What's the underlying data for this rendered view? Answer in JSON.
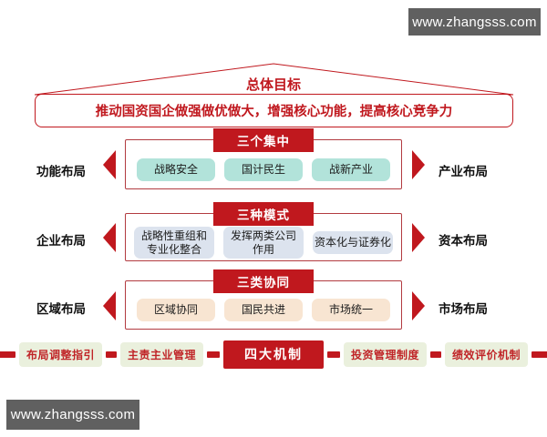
{
  "watermarks": {
    "top": "www.zhangsss.com",
    "bottom": "www.zhangsss.com"
  },
  "roof": {
    "title": "总体目标"
  },
  "banner": {
    "text": "推动国资国企做强做优做大，增强核心功能，提高核心竞争力"
  },
  "rows": [
    {
      "header": "三个集中",
      "left_label": "功能布局",
      "right_label": "产业布局",
      "items": [
        "战略安全",
        "国计民生",
        "战新产业"
      ],
      "item_bg": "#b2e3da"
    },
    {
      "header": "三种模式",
      "left_label": "企业布局",
      "right_label": "资本布局",
      "items": [
        "战略性重组和\n专业化整合",
        "发挥两类公司\n作用",
        "资本化与证券化"
      ],
      "item_bg": "#dce3ee"
    },
    {
      "header": "三类协同",
      "left_label": "区域布局",
      "right_label": "市场布局",
      "items": [
        "区域协同",
        "国民共进",
        "市场统一"
      ],
      "item_bg": "#f8e5d2"
    }
  ],
  "mechanisms": {
    "center": "四大机制",
    "items": [
      "布局调整指引",
      "主责主业管理",
      "投资管理制度",
      "绩效评价机制"
    ]
  },
  "colors": {
    "red": "#c0181e",
    "container_border": "#b23b40",
    "teal": "#b2e3da",
    "bluegray": "#dce3ee",
    "peach": "#f8e5d2",
    "green": "#eaf0dd",
    "watermark_bg": "#606060"
  }
}
